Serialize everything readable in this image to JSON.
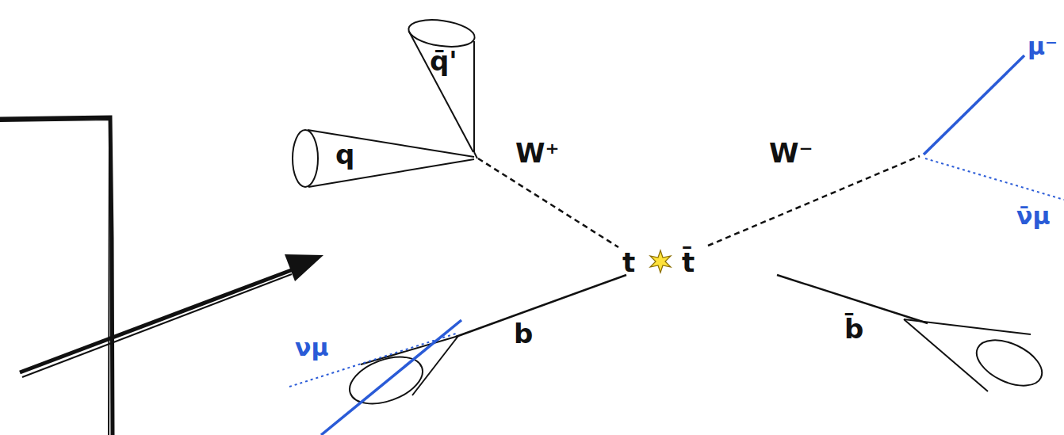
{
  "diagram": {
    "labels": [
      "q̄'",
      "q",
      "W⁺",
      "W⁻",
      "μ⁻",
      "ν̄μ",
      "t",
      "t̄",
      "νμ",
      "b",
      "b̄"
    ]
  }
}
